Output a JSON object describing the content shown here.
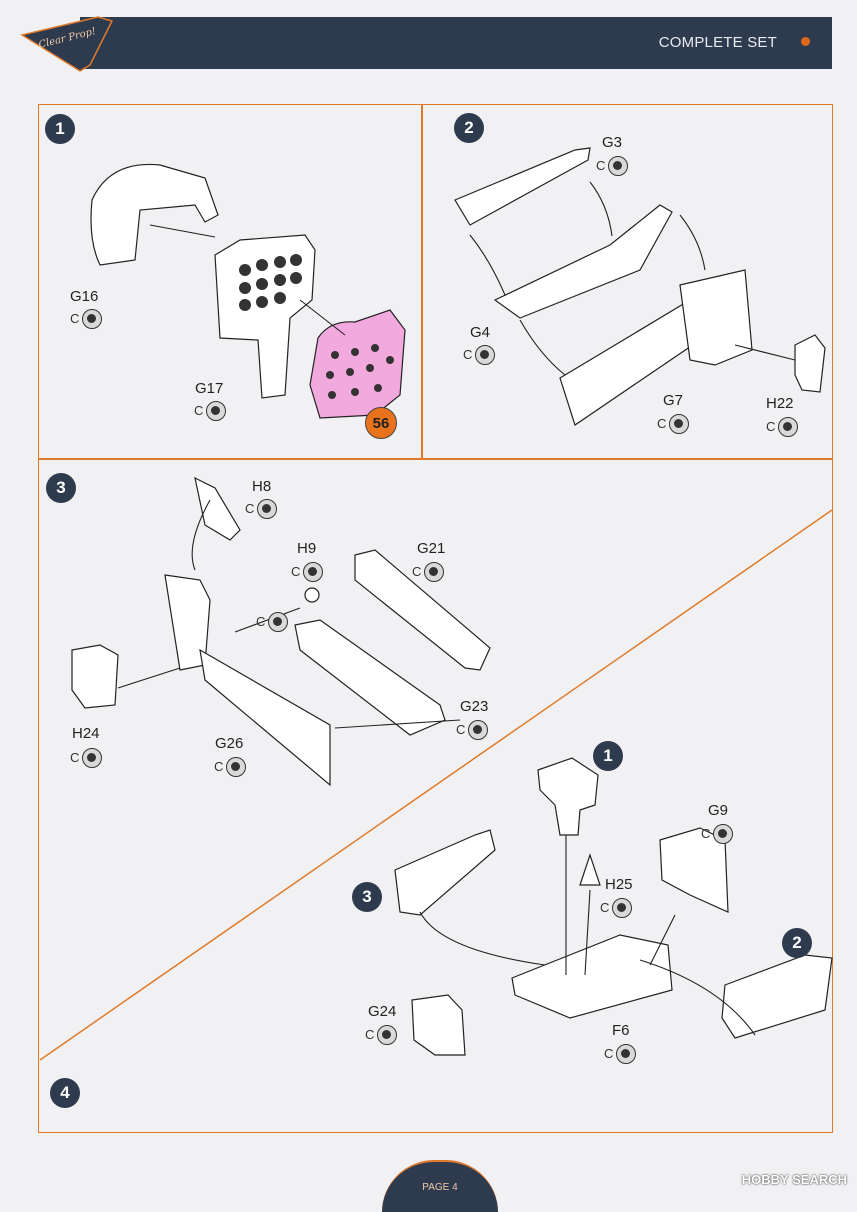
{
  "header": {
    "title": "COMPLETE SET",
    "logo_text": "Clear Prop!"
  },
  "footer": {
    "page": "PAGE 4"
  },
  "watermark": "HOBBY SEARCH",
  "steps": {
    "s1": "1",
    "s2": "2",
    "s3": "3",
    "s4": "4"
  },
  "sub_refs": {
    "r1": "1",
    "r2": "2",
    "r3": "3"
  },
  "parts": {
    "g16": "G16",
    "g17": "G17",
    "g3": "G3",
    "g4": "G4",
    "g7": "G7",
    "h22": "H22",
    "h8": "H8",
    "h9": "H9",
    "g21": "G21",
    "g23": "G23",
    "h24": "H24",
    "g26": "G26",
    "g9": "G9",
    "h25": "H25",
    "g24": "G24",
    "f6": "F6"
  },
  "glue_label": "C",
  "decal": {
    "number": "56"
  },
  "colors": {
    "accent": "#e07a2a",
    "header_bg": "#2e3a4d",
    "decal_sheet": "#f2a9dd"
  }
}
